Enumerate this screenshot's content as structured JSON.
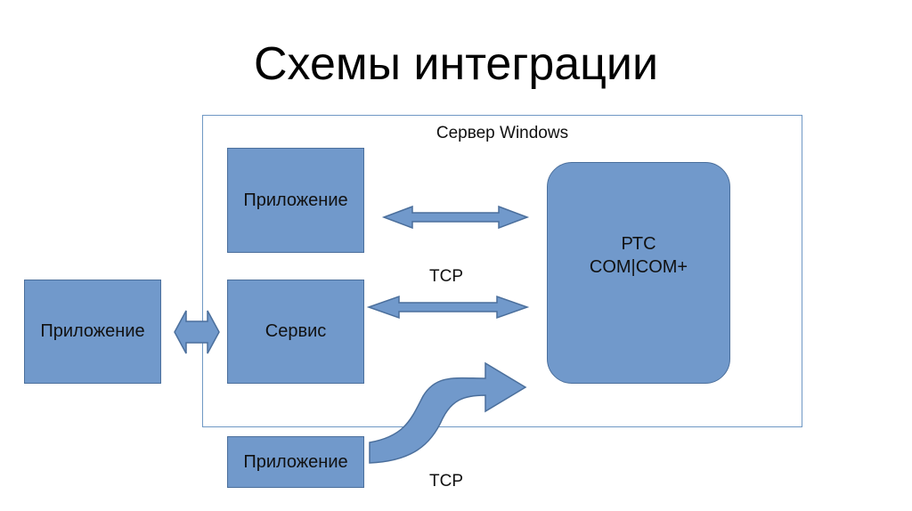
{
  "title": "Схемы интеграции",
  "server": {
    "label": "Сервер Windows"
  },
  "nodes": {
    "app_top": "Приложение",
    "app_left": "Приложение",
    "service": "Сервис",
    "app_bottom": "Приложение",
    "rtc_line1": "РТС",
    "rtc_line2": "COM|COM+"
  },
  "connections": {
    "tcp_mid": "TCP",
    "tcp_bottom": "TCP"
  },
  "colors": {
    "box_fill": "#7199cb",
    "box_stroke": "#4b6f9c",
    "frame_stroke": "#6f98c4"
  }
}
